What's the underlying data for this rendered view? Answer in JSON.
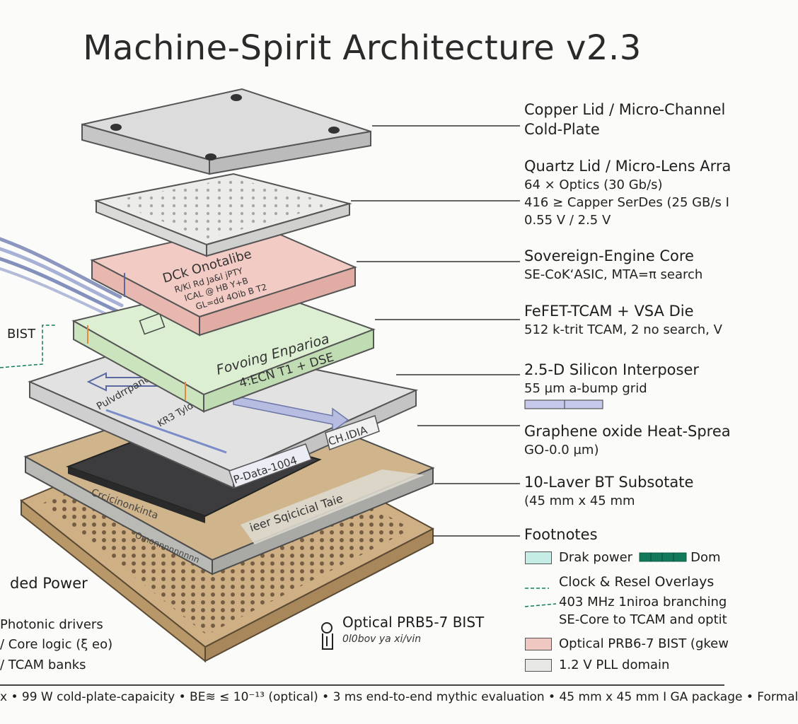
{
  "title": "Machine-Spirit Architecture v2.3",
  "layers": [
    {
      "title": "Copper Lid / Micro-Channel",
      "sub": [
        "Cold-Plate"
      ]
    },
    {
      "title": "Quartz Lid / Micro-Lens Arra",
      "sub": [
        "64 × Optics (30 Gb/s)",
        "416 ≥ Capper SerDes (25 GB/s I",
        "0.55 V / 2.5 V"
      ]
    },
    {
      "title": "Sovereign-Engine Core",
      "sub": [
        "SE-CoK‘ASIC, MTA=π search"
      ]
    },
    {
      "title": "FeFET-TCAM + VSA Die",
      "sub": [
        "512 k-trit TCAM, 2 no search,  V"
      ]
    },
    {
      "title": "2.5-D Silicon Interposer",
      "sub": [
        "55 µm a-bump grid"
      ]
    },
    {
      "title": "Graphene oxide Heat-Sprea",
      "sub": [
        "GO-0.0 µm)"
      ]
    },
    {
      "title": "10-Laver BT Subsotate",
      "sub": [
        "(45 mm x 45 mm"
      ]
    }
  ],
  "chip_text": {
    "core_name": "DCk Onotalibe",
    "core_line1": "R/Ki Rd Ja&l jPTY",
    "core_line2": "ICAL @ HB Y+B",
    "core_line3": "GL=dd 4Oib B T2",
    "tcam_name": "Fovoing Enparioa",
    "tcam_code": "4:ECN T1 + DSE",
    "interposer_text": "Pulvdrrpanq",
    "interposer_text2": "KR3 Tyldiamt",
    "interposer_chip": "CH.IDIA",
    "pdata": "P-Data-1004",
    "substrate_text": "Crcicinonkinta",
    "substrate_tab": "ieer Sqicicial Taie",
    "substrate_text2": "Omonnnnnnnnn"
  },
  "left_labels": {
    "bist_fragment": "BIST",
    "power_title": "ded Power",
    "power_items": [
      "Photonic drivers",
      "/ Core logic (ξ eo)",
      "/ TCAM banks"
    ]
  },
  "bist_center": {
    "title": "Optical PRB5-7 BIST",
    "sub": "0l0bov ya xi/vin"
  },
  "footnotes": {
    "title": "Footnotes",
    "rows": [
      {
        "swatch": "#c6ece6",
        "label": "Drak power",
        "label2": "Dom"
      },
      {
        "label": "Clock & Resel Overlays"
      },
      {
        "label": "403 MHz 1niroa branching"
      },
      {
        "label": "SE-Core to TCAM and optit"
      },
      {
        "swatch": "#f0c8c2",
        "label": "Optical PRB6-7 BIST (gkew"
      },
      {
        "swatch": "#e8e8e6",
        "label": "1.2 V PLL domain"
      }
    ]
  },
  "footer": "x • 99 W cold-plate-capaicity • BE≋ ≤ 10⁻¹³ (optical) • 3 ms end-to-end mythic evaluation • 45 mm x 45 mm I GA package • Formal",
  "colors": {
    "copper_lid": "#dcdcdc",
    "quartz": "#ececeb",
    "core": "#f2cbc4",
    "tcam": "#dcefd2",
    "interposer": "#e2e2e2",
    "graphene": "#3c3c3e",
    "substrate": "#cfb48c",
    "bga": "#cfb085",
    "dark_power": "#127a5a"
  }
}
